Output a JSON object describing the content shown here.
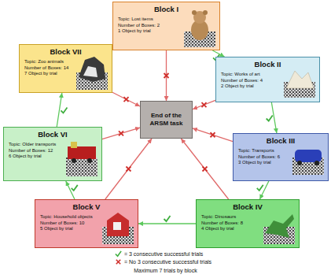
{
  "diagram": {
    "nodes": [
      {
        "text": [
          "Block I",
          "Topic: Lost items",
          "Number of Boxes: 2",
          "1 Object by trial"
        ]
      },
      {
        "text": [
          "Block II",
          "Topic: Works of art",
          "Number of Boxes: 4",
          "2 Object by trial"
        ]
      },
      {
        "text": [
          "Block III",
          "Topic: Transports",
          "Number of Boxes: 6",
          "3 Object by trial"
        ]
      },
      {
        "text": [
          "Block IV",
          "Topic: Dinosaurs",
          "Number of Boxes: 8",
          "4 Object by trial"
        ]
      },
      {
        "text": [
          "Block V",
          "Topic: Household objects",
          "Number of Boxes: 10",
          "5 Object by trial"
        ]
      },
      {
        "text": [
          "Block VI",
          "Topic: Older transports",
          "Number of Boxes: 12",
          "6 Object by trial"
        ]
      },
      {
        "text": [
          "Block VII",
          "Topic: Zoo animals",
          "Number of Boxes: 14",
          "7 Object by trial"
        ]
      },
      {
        "text": [
          "End of the ARSM task"
        ]
      }
    ],
    "edges": [
      {
        "from": 0,
        "to": 1,
        "arrow": "to"
      },
      {
        "from": 1,
        "to": 2,
        "arrow": "to"
      },
      {
        "from": 2,
        "to": 3,
        "arrow": "to"
      },
      {
        "from": 3,
        "to": 4,
        "arrow": "to"
      },
      {
        "from": 4,
        "to": 5,
        "arrow": "to"
      },
      {
        "from": 5,
        "to": 6,
        "arrow": "to"
      },
      {
        "from": 0,
        "to": 7,
        "arrow": "to"
      },
      {
        "from": 1,
        "to": 7,
        "arrow": "to"
      },
      {
        "from": 2,
        "to": 7,
        "arrow": "to"
      },
      {
        "from": 3,
        "to": 7,
        "arrow": "to"
      },
      {
        "from": 4,
        "to": 7,
        "arrow": "to"
      },
      {
        "from": 5,
        "to": 7,
        "arrow": "to"
      },
      {
        "from": 6,
        "to": 7,
        "arrow": "to"
      }
    ],
    "labels": [
      "Maximum 7 trials by block"
    ],
    "legend": [
      {
        "text": "= 3 consecutive successful trials"
      },
      {
        "text": "= No 3 consecutive successful trials"
      }
    ]
  }
}
